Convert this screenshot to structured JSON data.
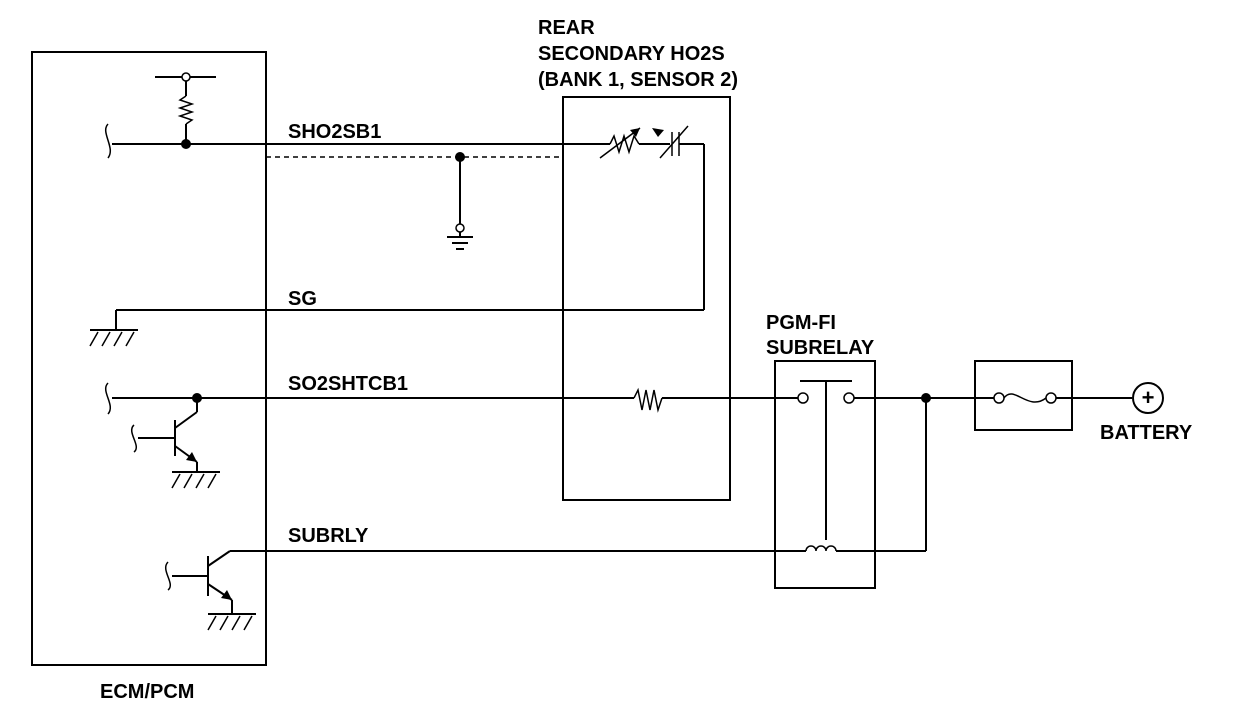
{
  "components": {
    "ecm": "ECM/PCM",
    "sensor_line1": "REAR",
    "sensor_line2": "SECONDARY HO2S",
    "sensor_line3": "(BANK 1, SENSOR 2)",
    "relay_line1": "PGM-FI",
    "relay_line2": "SUBRELAY",
    "battery": "BATTERY",
    "battery_symbol": "+"
  },
  "wires": {
    "sho2sb1": "SHO2SB1",
    "sg": "SG",
    "so2shtcb1": "SO2SHTCB1",
    "subrly": "SUBRLY"
  },
  "colors": {
    "ink": "#000000",
    "background": "#ffffff"
  }
}
